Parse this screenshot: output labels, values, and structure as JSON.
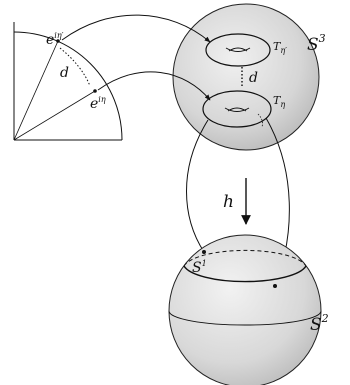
{
  "labels": {
    "e_eta_prime_base": "e",
    "e_eta_prime_sup": "iη′",
    "d_left": "d",
    "e_eta_base": "e",
    "e_eta_sup": "iη",
    "T_eta_prime_base": "T",
    "T_eta_prime_sub": "η′",
    "d_torus": "d",
    "T_eta_base": "T",
    "T_eta_sub": "η",
    "S3_base": "S",
    "S3_sup": "3",
    "h": "h",
    "S1_base": "S",
    "S1_sup": "1",
    "S2_base": "S",
    "S2_sup": "2"
  },
  "colors": {
    "sphere_fill": "#dcdcdc",
    "sphere_edge": "#222222",
    "line": "#111111"
  }
}
